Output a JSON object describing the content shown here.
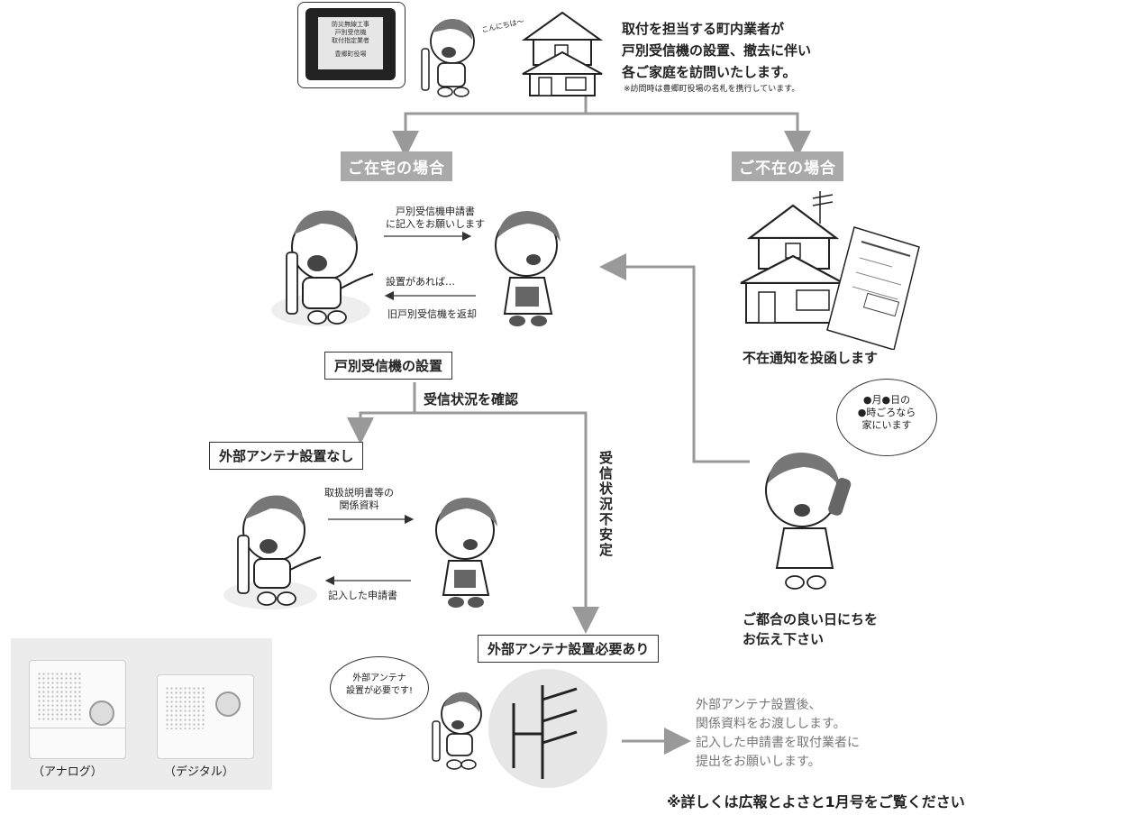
{
  "intro": {
    "line1": "取付を担当する町内業者が",
    "line2": "戸別受信機の設置、撤去に伴い",
    "line3": "各ご家庭を訪問いたします。",
    "note": "※訪問時は豊郷町役場の名札を携行しています。",
    "greeting": "こんにちは～"
  },
  "nameplate": {
    "line1": "防災無線工事",
    "line2": "戸別受信機",
    "line3": "取付指定業者",
    "line4": "豊郷町役場"
  },
  "home": {
    "header": "ご在宅の場合",
    "request": "戸別受信機申請書\nに記入をお願いします",
    "if_installed": "設置があれば…",
    "return_old": "旧戸別受信機を返却"
  },
  "away": {
    "header": "ご不在の場合",
    "notice": "不在通知を投函します",
    "bubble": "●月●日の\n●時ごろなら\n家にいます",
    "contact": "ご都合の良い日にちを\nお伝え下さい"
  },
  "install": {
    "box": "戸別受信機の設置",
    "check": "受信状況を確認",
    "unstable": "受信状況不安定"
  },
  "no_antenna": {
    "box": "外部アンテナ設置なし",
    "docs": "取扱説明書等の\n関係資料",
    "submit": "記入した申請書"
  },
  "antenna_needed": {
    "box": "外部アンテナ設置必要あり",
    "bubble": "外部アンテナ\n設置が必要です!",
    "after": "外部アンテナ設置後、\n関係資料をお渡しします。\n記入した申請書を取付業者に\n提出をお願いします。"
  },
  "devices": {
    "analog": "（アナログ）",
    "digital": "（デジタル）"
  },
  "footer": "※詳しくは広報とよさと1月号をご覧ください",
  "colors": {
    "arrow": "#999999",
    "header_bg": "#a9a9a9",
    "line": "#333333"
  }
}
